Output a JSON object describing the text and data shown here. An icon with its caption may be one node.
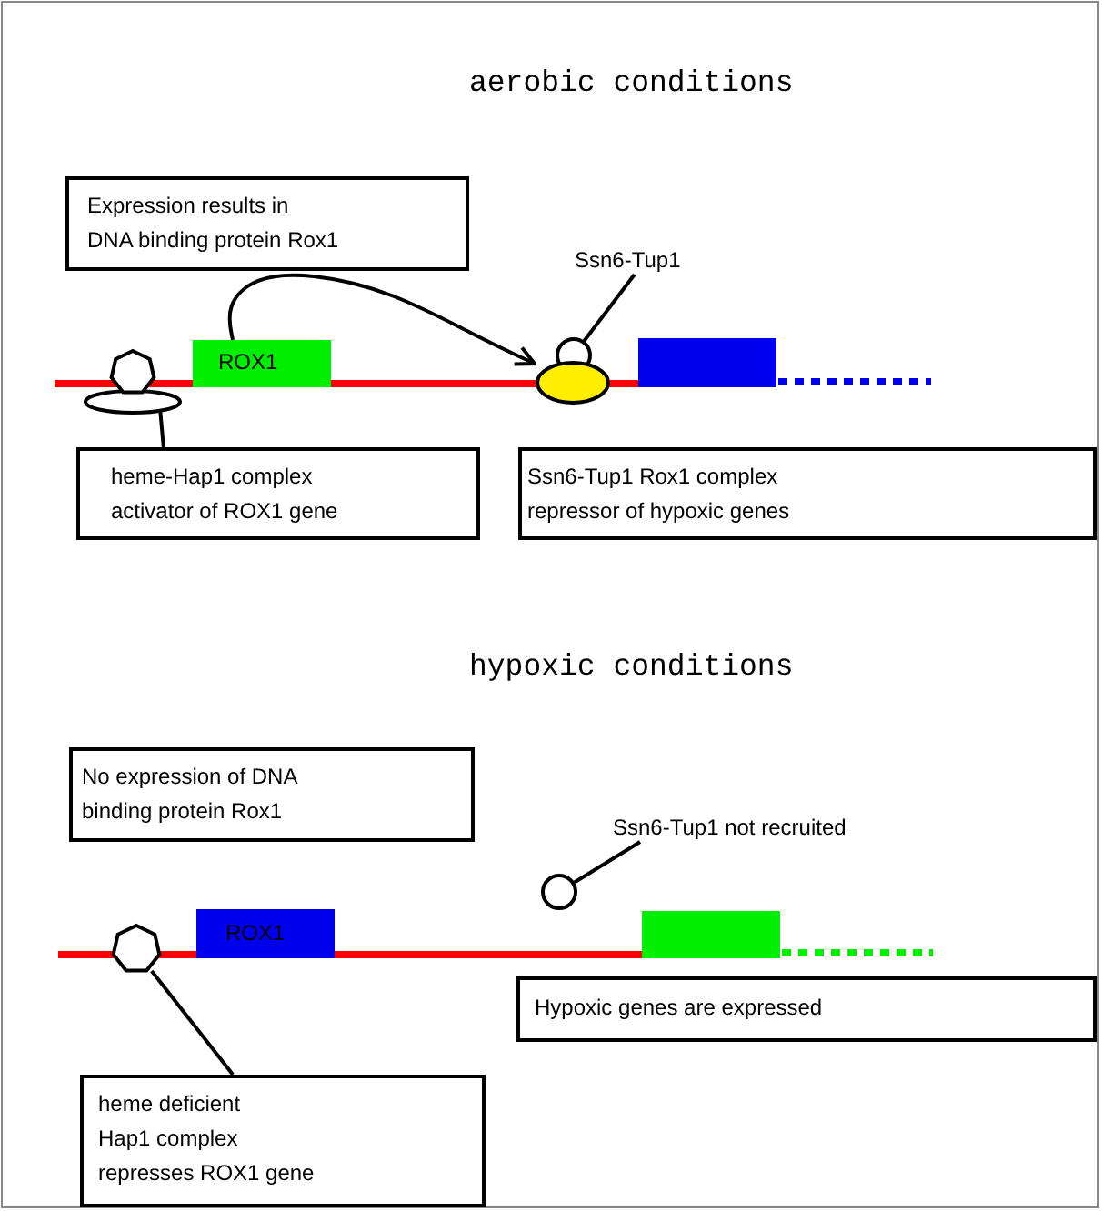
{
  "diagram": {
    "nodes": [
      {
        "text": [
          "Expression results in DNA binding protein Rox1"
        ]
      },
      {
        "text": [
          "ROX1"
        ]
      },
      {
        "text": [],
        "shape": "hexagon"
      },
      {
        "text": [
          "heme-Hap1 complex activator of ROX1 gene"
        ]
      },
      {
        "text": [
          "Ssn6-Tup1"
        ]
      },
      {
        "text": [],
        "shape": "circle"
      },
      {
        "text": [],
        "shape": "ellipse"
      },
      {
        "text": [],
        "shape": "box"
      },
      {
        "text": [
          "Ssn6-Tup1 Rox1 complex repressor of hypoxic genes"
        ]
      },
      {
        "text": [
          "No expression of DNA binding protein Rox1"
        ]
      },
      {
        "text": [
          "Ssn6-Tup1 not recruited"
        ]
      },
      {
        "text": [],
        "shape": "circle"
      },
      {
        "text": [],
        "shape": "hexagon"
      },
      {
        "text": [
          "ROX1"
        ]
      },
      {
        "text": [],
        "shape": "box"
      },
      {
        "text": [
          "Hypoxic genes are expressed"
        ]
      },
      {
        "text": [
          "heme deficient Hap1 complex represses ROX1 gene"
        ]
      }
    ],
    "edges": [
      {
        "from": 1,
        "to": 6,
        "arrow": "to"
      },
      {
        "from": 3,
        "to": 2,
        "arrow": "none"
      },
      {
        "from": 4,
        "to": 5,
        "arrow": "none"
      },
      {
        "from": 10,
        "to": 11,
        "arrow": "none"
      },
      {
        "from": 16,
        "to": 12,
        "arrow": "none"
      }
    ],
    "labels": [
      "aerobic conditions",
      "hypoxic conditions"
    ]
  }
}
